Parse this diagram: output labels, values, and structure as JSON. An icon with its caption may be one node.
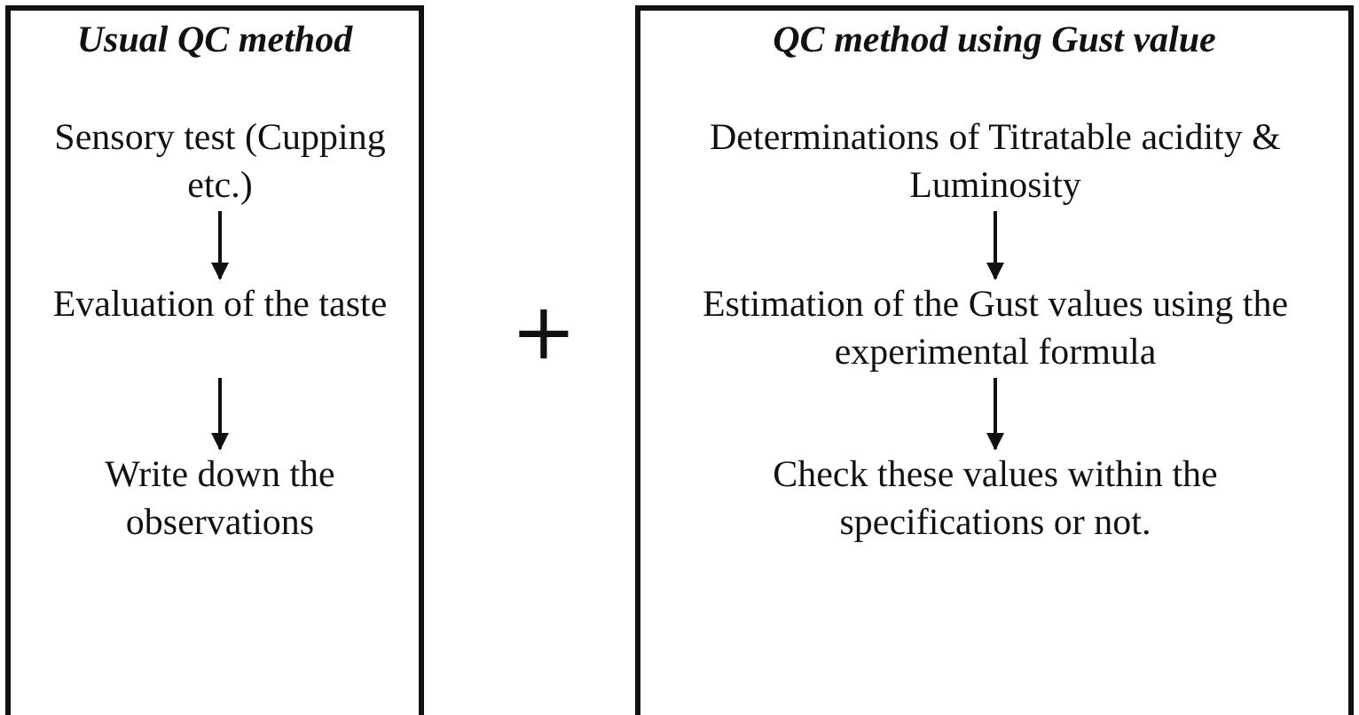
{
  "diagram": {
    "nodes": [
      {
        "text": [
          "Usual QC method"
        ]
      },
      {
        "text": [
          "Sensory test (Cupping etc.)"
        ],
        "in": 0
      },
      {
        "text": [
          "Evaluation of the taste"
        ],
        "in": 0
      },
      {
        "text": [
          "Write down the observations"
        ],
        "in": 0
      },
      {
        "text": [
          "QC method using Gust value"
        ]
      },
      {
        "text": [
          "Determinations of Titratable acidity & Luminosity"
        ],
        "in": 4
      },
      {
        "text": [
          "Estimation of the Gust values using the experimental formula"
        ],
        "in": 4
      },
      {
        "text": [
          "Check these values within the specifications or not."
        ],
        "in": 4
      }
    ],
    "edges": [
      {
        "from": 1,
        "to": 2,
        "arrow": "to"
      },
      {
        "from": 2,
        "to": 3,
        "arrow": "to"
      },
      {
        "from": 5,
        "to": 6,
        "arrow": "to"
      },
      {
        "from": 6,
        "to": 7,
        "arrow": "to"
      }
    ],
    "labels": [
      "+"
    ]
  }
}
